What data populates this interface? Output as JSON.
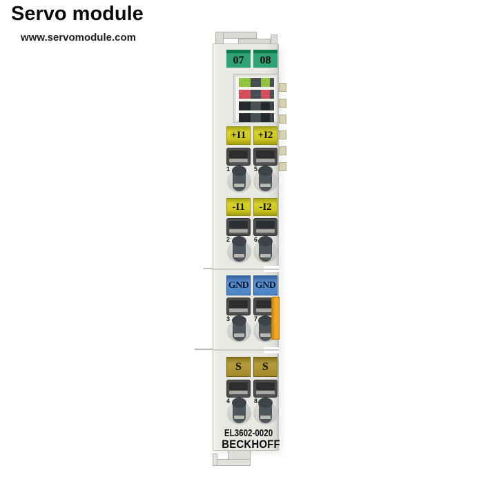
{
  "header": {
    "title": "Servo module",
    "website": "www.servomodule.com"
  },
  "module": {
    "brand": "BECKHOFF",
    "model": "EL3602-0020",
    "channel_labels": [
      "07",
      "08"
    ],
    "led_rows": [
      {
        "name": "led-green-run",
        "color": "#92c33e",
        "state": "on"
      },
      {
        "name": "led-red-error",
        "color": "#d3505b",
        "state": "on"
      },
      {
        "name": "led-off-upper",
        "color": "#23292d",
        "state": "off"
      },
      {
        "name": "led-off-lower",
        "color": "#23292d",
        "state": "off"
      }
    ],
    "rows": [
      {
        "labels": [
          "+I1",
          "+I2"
        ],
        "numbers": [
          "1",
          "5"
        ],
        "label_color": "#cbc620"
      },
      {
        "labels": [
          "-I1",
          "-I2"
        ],
        "numbers": [
          "2",
          "6"
        ],
        "label_color": "#cbc620"
      },
      {
        "labels": [
          "GND",
          "GND"
        ],
        "numbers": [
          "3",
          "7"
        ],
        "label_color": "#4d82c3"
      },
      {
        "labels": [
          "S",
          "S"
        ],
        "numbers": [
          "4",
          "8"
        ],
        "label_color": "#a18727"
      }
    ],
    "colors": {
      "housing": "#e9e9e4",
      "channel_label_green": "#2fa274",
      "orange_coding_tab": "#efa01f",
      "side_contact_tab": "#d8d1b1"
    }
  }
}
